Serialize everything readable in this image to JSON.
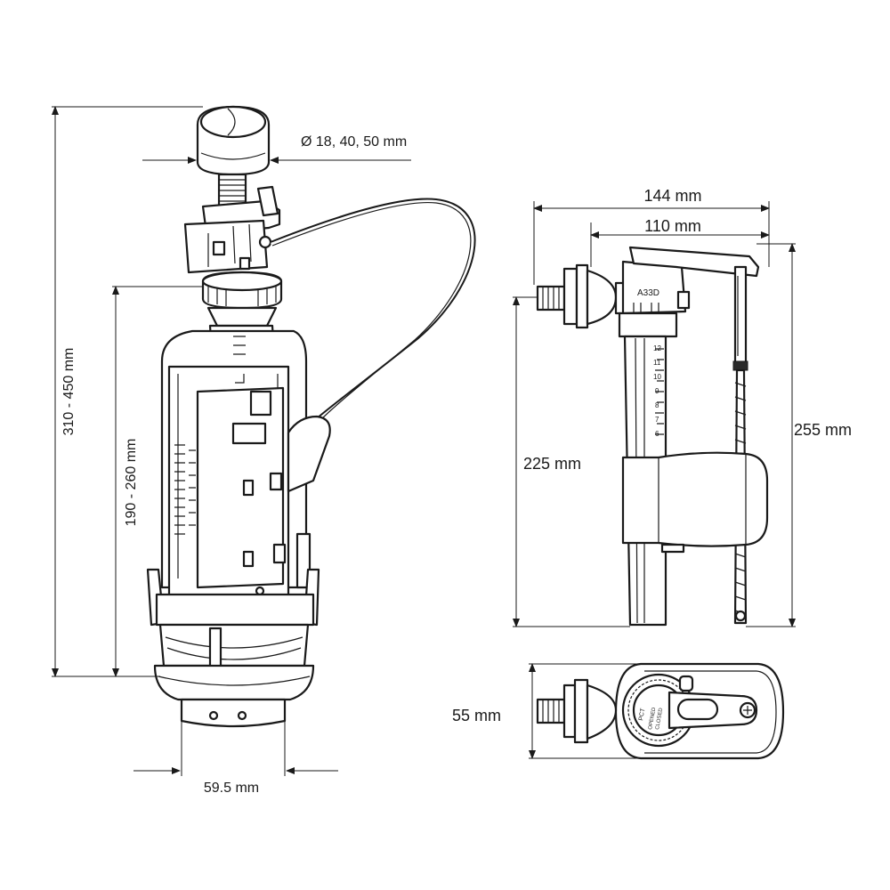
{
  "dimensions": {
    "button_diameter": "Ø 18, 40, 50 mm",
    "total_height": "310 - 450 mm",
    "valve_height": "190 - 260 mm",
    "base_width": "59.5 mm",
    "fill_width_total": "144 mm",
    "fill_width_arm": "110 mm",
    "fill_height_total": "255 mm",
    "fill_height_body": "225 mm",
    "top_view_depth": "55 mm"
  },
  "markings": {
    "valve_model": "A33D",
    "top_view_label_1": "PCT",
    "top_view_label_2": "OPENED",
    "top_view_label_3": "CLOSED"
  },
  "scale_numbers": [
    "12",
    "11",
    "10",
    "9",
    "8",
    "7",
    "6"
  ]
}
